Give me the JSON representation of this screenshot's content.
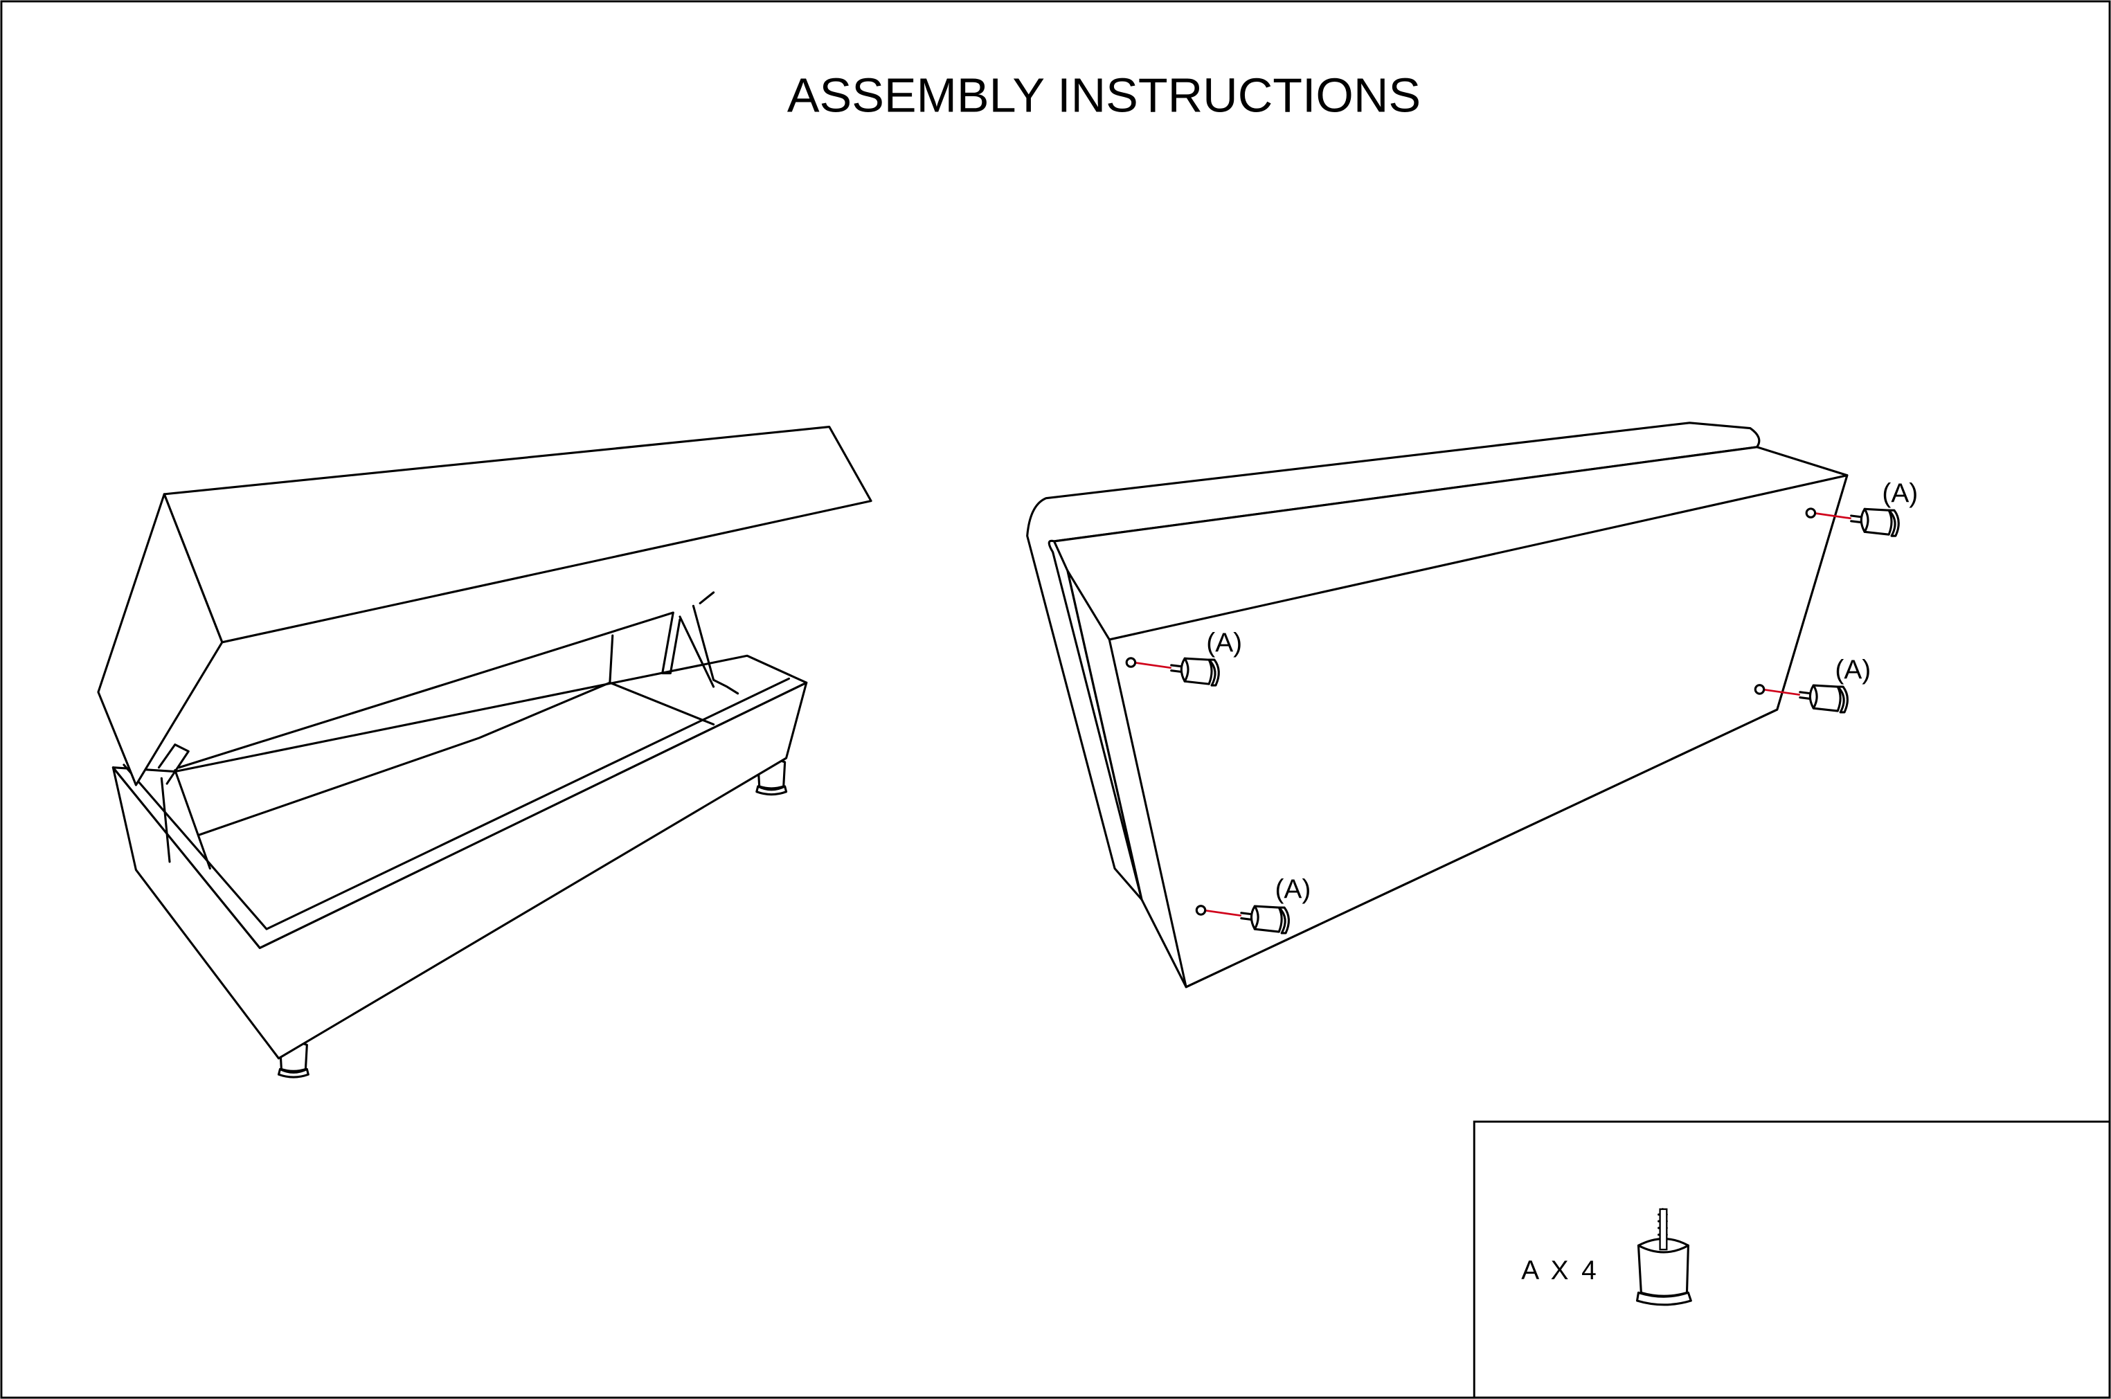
{
  "title": "ASSEMBLY INSTRUCTIONS",
  "callouts": [
    "(A)",
    "(A)",
    "(A)",
    "(A)"
  ],
  "parts": {
    "label": "A X 4"
  },
  "colors": {
    "line": "#000000",
    "guide": "#d0021b"
  }
}
